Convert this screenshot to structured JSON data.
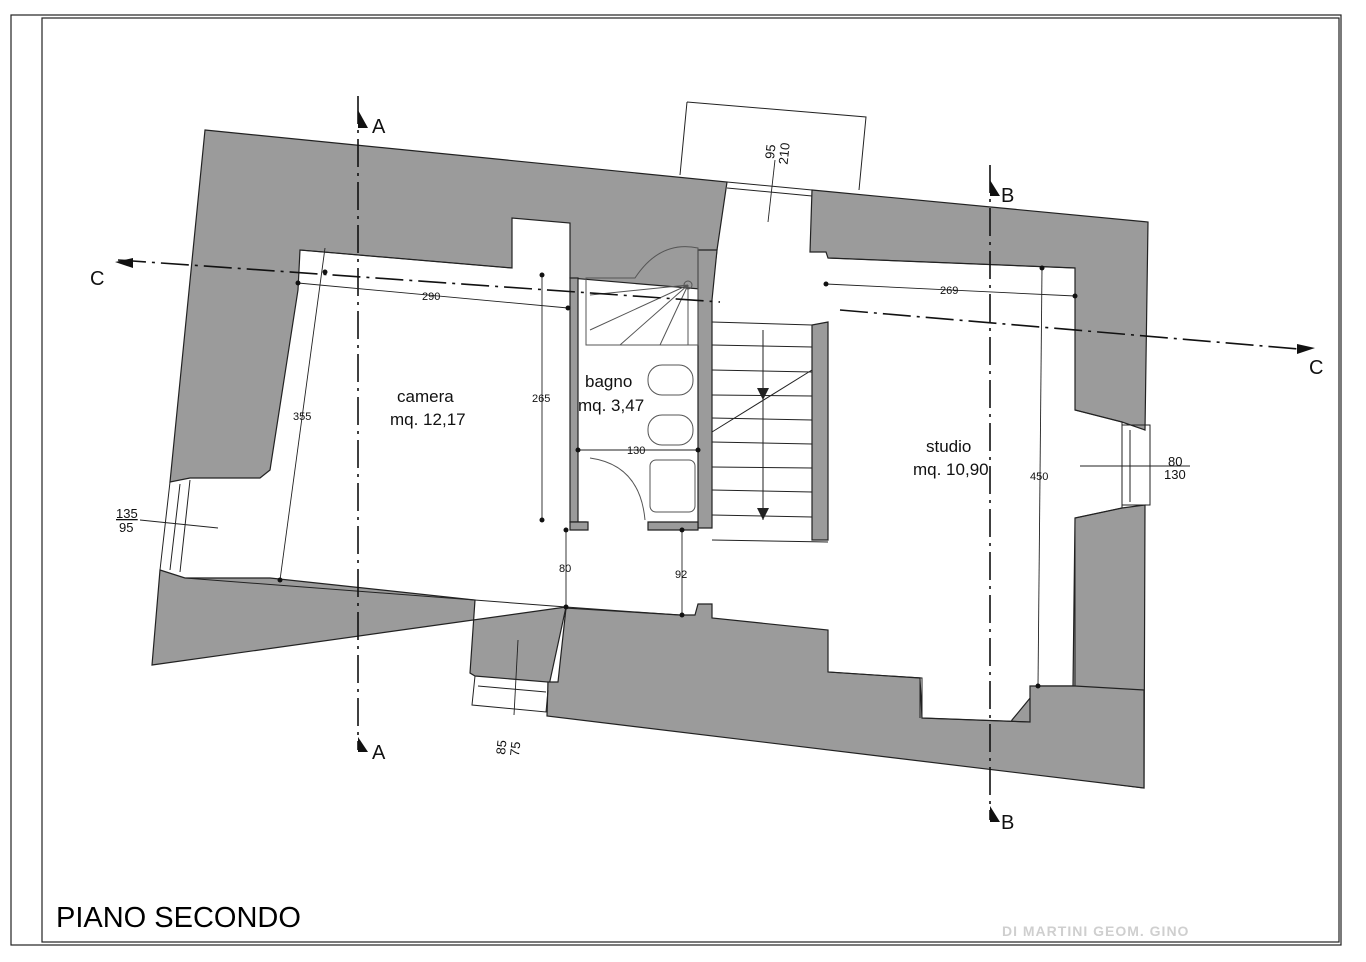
{
  "title": "PIANO SECONDO",
  "watermark": "DI MARTINI GEOM. GINO",
  "rooms": {
    "camera": {
      "name": "camera",
      "area": "mq. 12,17"
    },
    "bagno": {
      "name": "bagno",
      "area": "mq. 3,47"
    },
    "studio": {
      "name": "studio",
      "area": "mq. 10,90"
    }
  },
  "dimensions": {
    "camera_width": "290",
    "camera_depth": "355",
    "bagno_depth": "265",
    "bagno_width": "130",
    "studio_width": "269",
    "studio_depth": "450",
    "passage": "80",
    "door": "92"
  },
  "windows": {
    "north_top": "95",
    "north_bottom": "210",
    "west_top": "135",
    "west_bottom": "95",
    "east_top": "80",
    "east_bottom": "130",
    "south_top": "85",
    "south_bottom": "75"
  },
  "sections": {
    "a": "A",
    "b": "B",
    "c": "C"
  },
  "colors": {
    "wall": "#9b9b9b",
    "line": "#222222",
    "paper": "#ffffff"
  }
}
